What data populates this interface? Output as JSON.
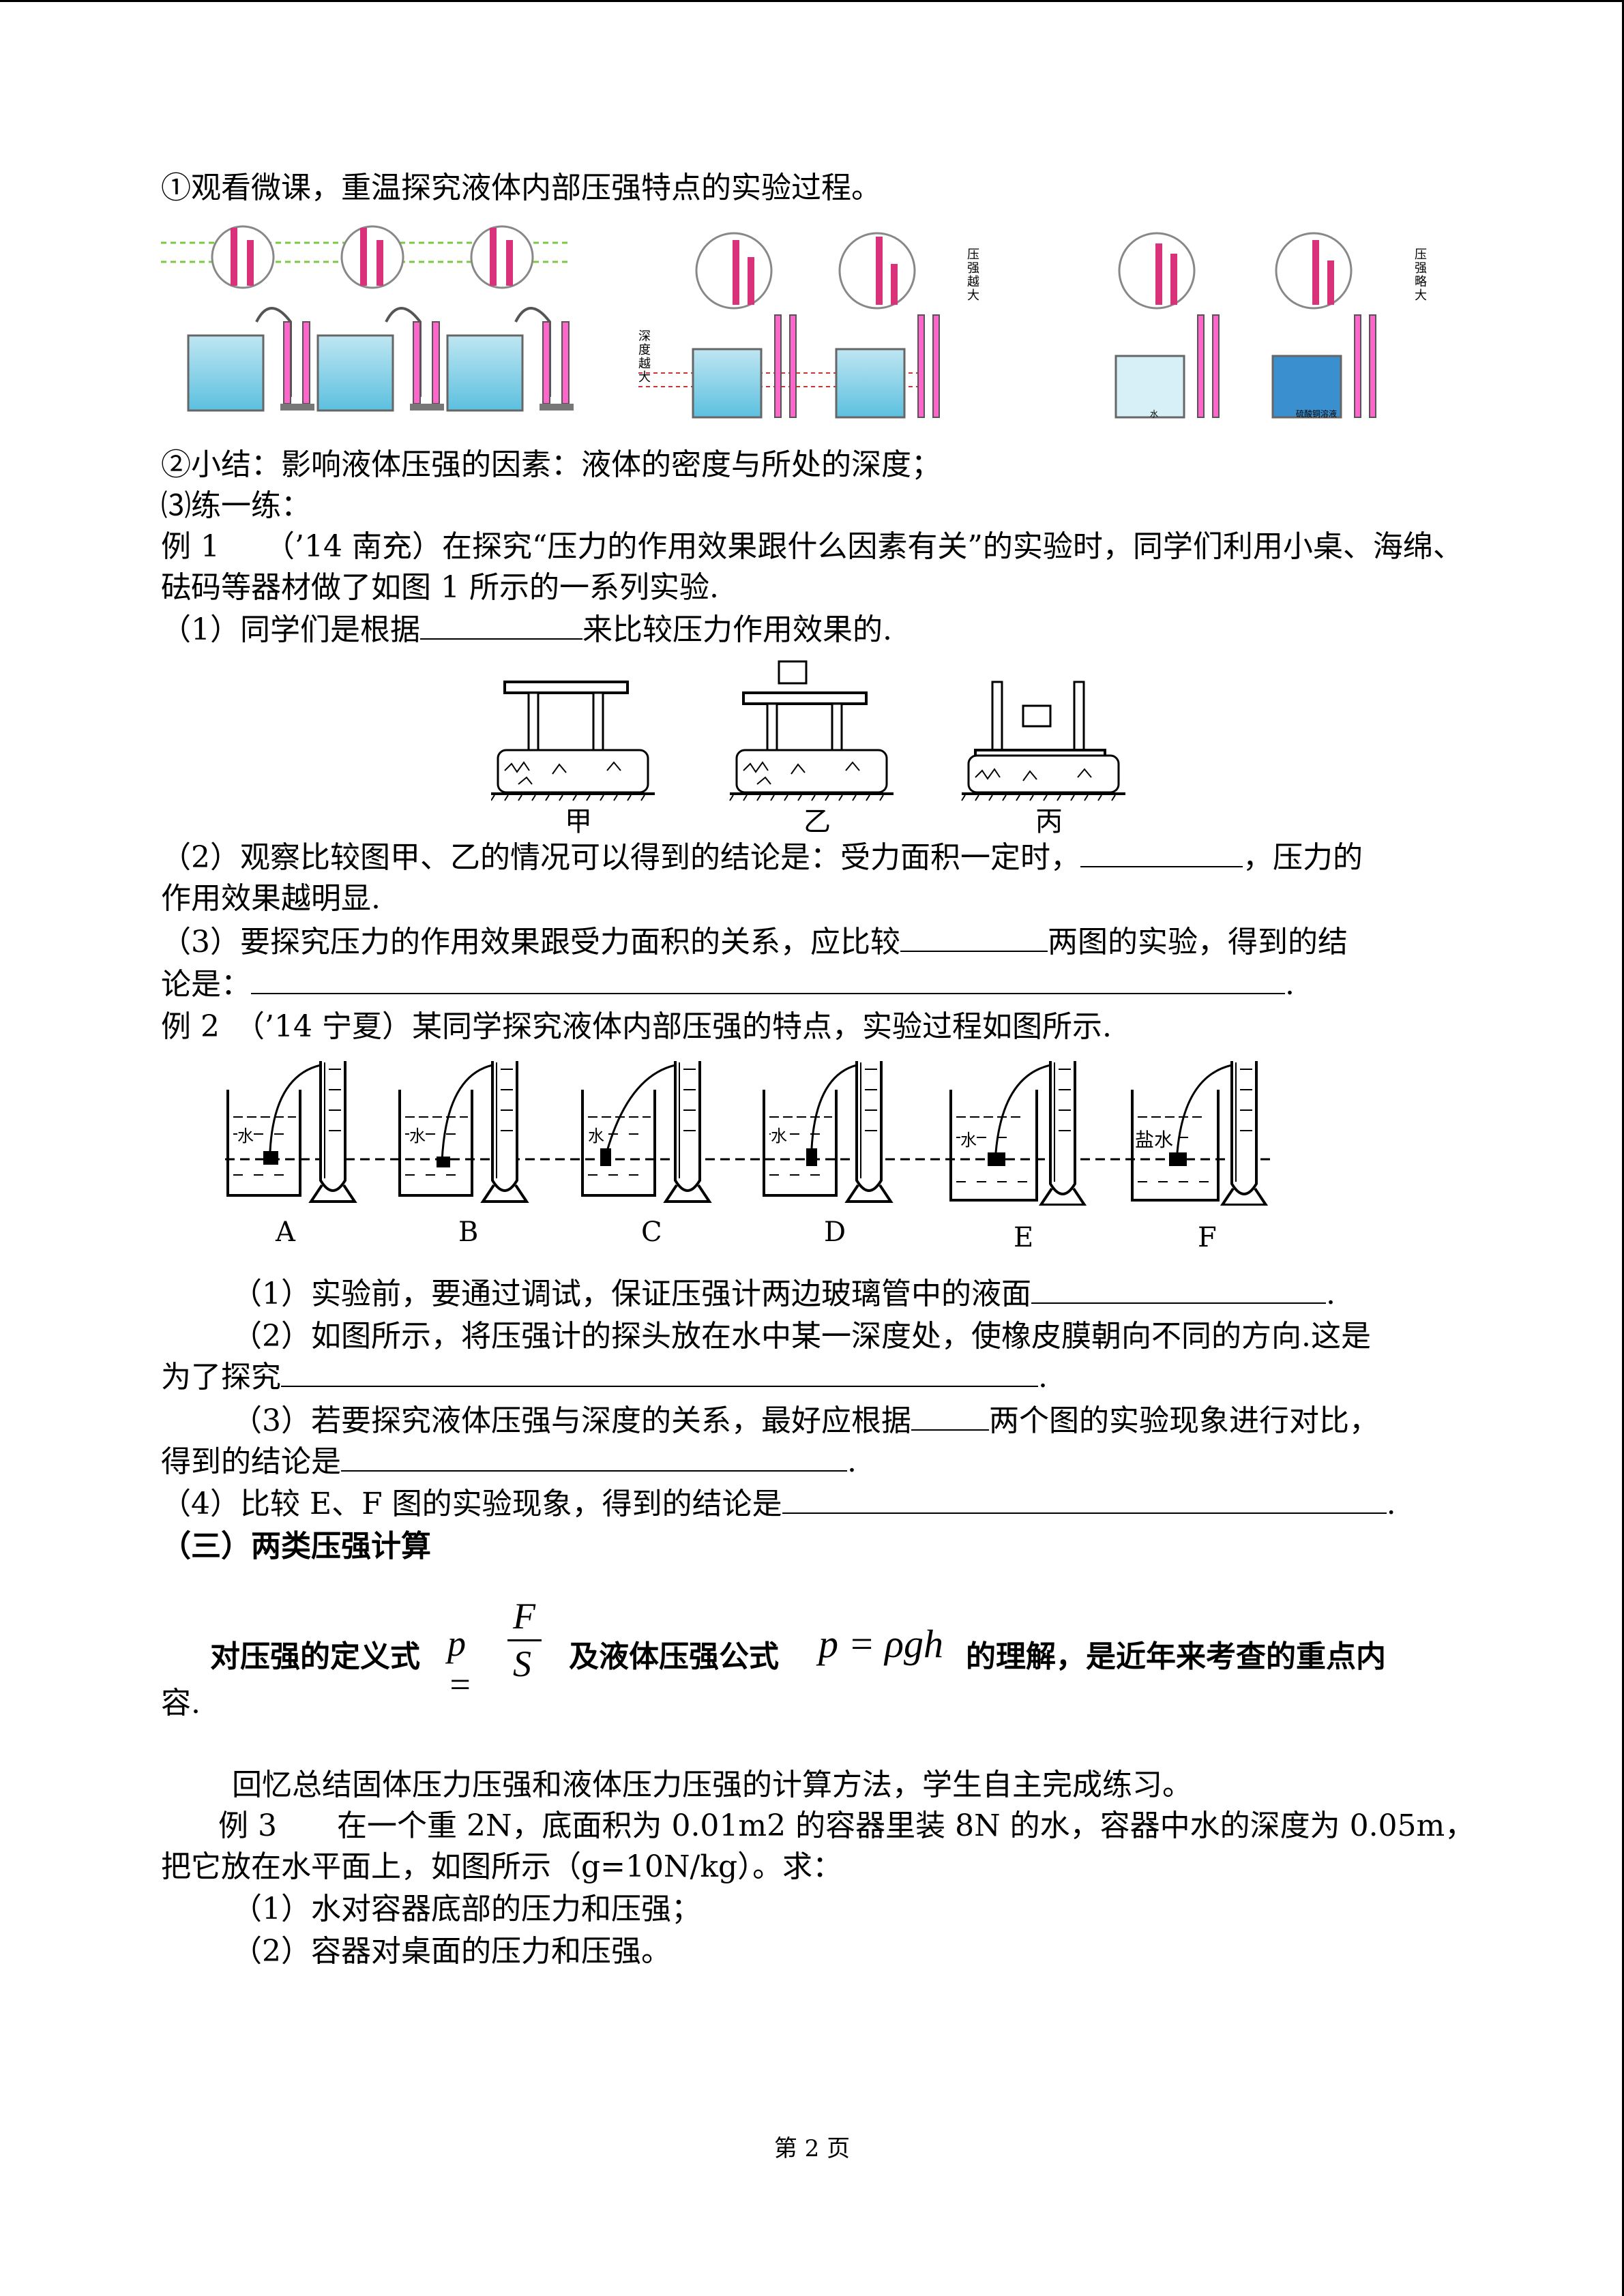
{
  "step1": "①观看微课，重温探究液体内部压强特点的实验过程。",
  "fig_labels": {
    "pressure_bigger": "压强越大",
    "depth_bigger": "深度越大",
    "pressure_slightly_bigger": "压强略大",
    "water": "水",
    "copper_sulfate": "硫酸铜溶液"
  },
  "summary": "②小结：影响液体压强的因素：液体的密度与所处的深度；",
  "practice": "⑶练一练：",
  "ex1_text": "例 1　　（’14 南充）在探究“压力的作用效果跟什么因素有关”的实验时，同学们利用小桌、海绵、砝码等器材做了如图 1 所示的一系列实验.",
  "ex1_q1_a": "（1）同学们是根据",
  "ex1_q1_b": "来比较压力作用效果的.",
  "fig1_labels": [
    "甲",
    "乙",
    "丙"
  ],
  "ex1_q2_a": "（2）观察比较图甲、乙的情况可以得到的结论是：受力面积一定时，",
  "ex1_q2_b": "，压力的",
  "ex1_q2_c": "作用效果越明显.",
  "ex1_q3_a": "（3）要探究压力的作用效果跟受力面积的关系，应比较",
  "ex1_q3_b": "两图的实验，得到的结",
  "ex1_q3_c": "论是：",
  "ex1_q3_d": ".",
  "ex2_text": "例 2　（’14 宁夏）某同学探究液体内部压强的特点，实验过程如图所示.",
  "fig2_labels": [
    "A",
    "B",
    "C",
    "D",
    "E",
    "F"
  ],
  "fig2_liquids": [
    "水",
    "水",
    "水",
    "水",
    "水",
    "盐水"
  ],
  "ex2_q1_a": "（1）实验前，要通过调试，保证压强计两边玻璃管中的液面",
  "ex2_q1_b": ".",
  "ex2_q2_a": "（2）如图所示，将压强计的探头放在水中某一深度处，使橡皮膜朝向不同的方向.这是",
  "ex2_q2_b": "为了探究",
  "ex2_q2_c": ".",
  "ex2_q3_a": "（3）若要探究液体压强与深度的关系，最好应根据",
  "ex2_q3_b": "两个图的实验现象进行对比，",
  "ex2_q3_c": "得到的结论是",
  "ex2_q3_d": ".",
  "ex2_q4_a": "（4）比较 E、F 图的实验现象，得到的结论是",
  "ex2_q4_b": ".",
  "section3": "（三）两类压强计算",
  "def_a": "对压强的定义式",
  "formula1": {
    "lhs": "p =",
    "num": "F",
    "den": "S"
  },
  "def_b": "及液体压强公式",
  "formula2": "p = ρgh",
  "def_c": "的理解，是近年来考查的重点内",
  "def_d": "容.",
  "recall": "回忆总结固体压力压强和液体压力压强的计算方法，学生自主完成练习。",
  "ex3_a": "例 3　　在一个重 2N，底面积为 0.01m2 的容器里装 8N 的水，容器中水的深度为 0.05m，",
  "ex3_b": "把它放在水平面上，如图所示（g=10N/kg）。求：",
  "ex3_q1": "（1）水对容器底部的压力和压强；",
  "ex3_q2": "（2）容器对桌面的压力和压强。",
  "footer": "第 2 页"
}
